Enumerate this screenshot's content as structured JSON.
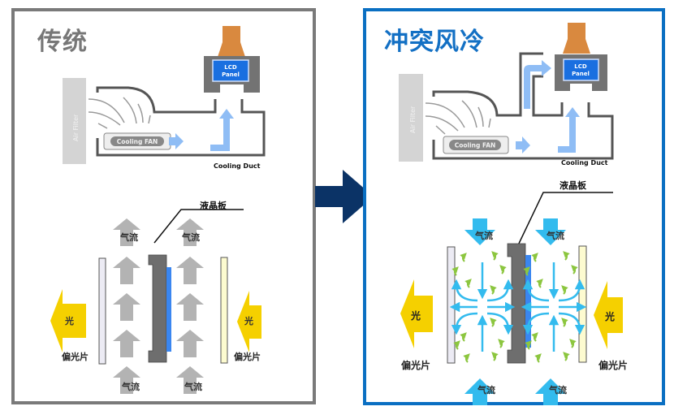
{
  "traditional": {
    "title": "传统",
    "cooling_diagram": {
      "air_filter_label": "Air Filter",
      "fan_label": "Cooling FAN",
      "lcd_label_line1": "LCD",
      "lcd_label_line2": "Panel",
      "duct_label": "Cooling Duct"
    },
    "cross_section": {
      "panel_label": "液晶板",
      "airflow_label": "气流",
      "light_label": "光",
      "polarizer_label": "偏光片"
    }
  },
  "impingement": {
    "title": "冲突风冷",
    "cooling_diagram": {
      "air_filter_label": "Air Filter",
      "fan_label": "Cooling FAN",
      "lcd_label_line1": "LCD",
      "lcd_label_line2": "Panel",
      "duct_label": "Cooling Duct"
    },
    "cross_section": {
      "panel_label": "液晶板",
      "airflow_label": "气流",
      "light_label": "光",
      "polarizer_label": "偏光片"
    }
  },
  "colors": {
    "traditional_border": "#7a7a7a",
    "impingement_border": "#0a6fc2",
    "transition_arrow": "#0b3366",
    "lcd_blue": "#1a6fe0",
    "light_yellow": "#f5d000",
    "airflow_gray": "#b3b3b3",
    "airflow_cyan": "#33bbee",
    "turbulence_green": "#8cc63f"
  }
}
